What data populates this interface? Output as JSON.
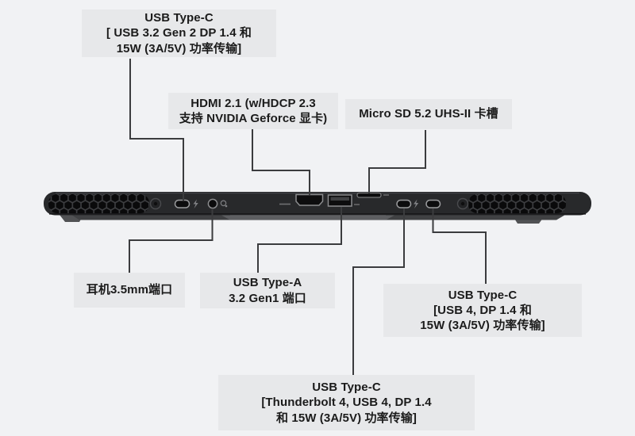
{
  "diagram": {
    "device_view": "laptop-rear-ports",
    "callouts": {
      "usb_c_top": {
        "text": "USB Type-C\n[ USB 3.2 Gen 2 DP 1.4 和\n15W (3A/5V) 功率传输]"
      },
      "hdmi": {
        "text": "HDMI 2.1 (w/HDCP 2.3\n支持 NVIDIA Geforce 显卡)"
      },
      "microsd": {
        "text": "Micro SD 5.2 UHS-II 卡槽"
      },
      "headphone": {
        "text": "耳机3.5mm端口"
      },
      "usb_a": {
        "text": "USB Type-A\n3.2 Gen1 端口"
      },
      "usb_c_right": {
        "text": "USB Type-C\n[USB 4, DP 1.4 和\n15W (3A/5V) 功率传输]"
      },
      "usb_c_thunderbolt": {
        "text": "USB Type-C\n[Thunderbolt 4, USB 4, DP 1.4\n和 15W (3A/5V) 功率传输]"
      }
    },
    "colors": {
      "background": "#f1f2f4",
      "callout_box": "#e7e8ea",
      "callout_text": "#1b1b1b",
      "connector_line": "#3b3c3e",
      "laptop_body": "#28292b",
      "vent_hole": "#0a0a0b",
      "hinge": "#5d5e61",
      "port_outline": "#9a9b9d"
    }
  }
}
